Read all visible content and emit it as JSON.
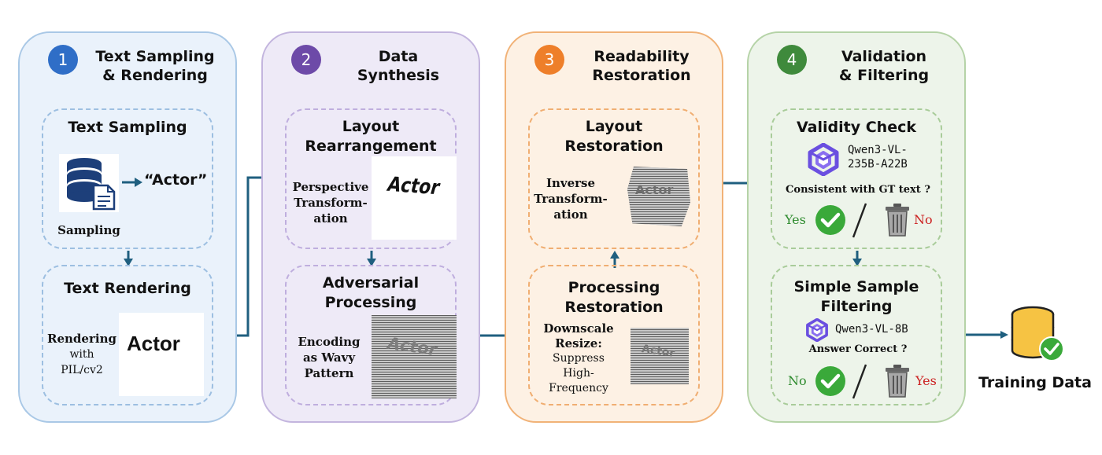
{
  "stages": [
    {
      "number": "1",
      "title_line1": "Text Sampling",
      "title_line2": "& Rendering",
      "color": "#2f6ec7",
      "sub1": {
        "title": "Text Sampling",
        "token": "“Actor”",
        "caption": "Sampling"
      },
      "sub2": {
        "title": "Text Rendering",
        "label_line1": "Rendering",
        "label_line2": "with",
        "label_line3": "PIL/cv2",
        "sample": "Actor"
      }
    },
    {
      "number": "2",
      "title_line1": "Data",
      "title_line2": "Synthesis",
      "color": "#6d4aa8",
      "sub1": {
        "title_line1": "Layout",
        "title_line2": "Rearrangement",
        "label_line1": "Perspective",
        "label_line2": "Transform-",
        "label_line3": "ation",
        "sample": "Actor"
      },
      "sub2": {
        "title_line1": "Adversarial",
        "title_line2": "Processing",
        "label_line1": "Encoding",
        "label_line2": "as Wavy",
        "label_line3": "Pattern",
        "sample": "Actor"
      }
    },
    {
      "number": "3",
      "title_line1": "Readability",
      "title_line2": "Restoration",
      "color": "#ee7f2a",
      "sub1": {
        "title_line1": "Layout",
        "title_line2": "Restoration",
        "label_line1": "Inverse",
        "label_line2": "Transform-",
        "label_line3": "ation",
        "sample": "Actor"
      },
      "sub2": {
        "title_line1": "Processing",
        "title_line2": "Restoration",
        "label_line1": "Downscale",
        "label_line2": "Resize:",
        "label_line3": "Suppress",
        "label_line4": "High-",
        "label_line5": "Frequency",
        "sample": "Actor"
      }
    },
    {
      "number": "4",
      "title_line1": "Validation",
      "title_line2": "& Filtering",
      "color": "#3f8a3c",
      "sub1": {
        "title": "Validity Check",
        "model_line1": "Qwen3-VL-",
        "model_line2": "235B-A22B",
        "question": "Consistent with GT text ?",
        "left_label": "Yes",
        "right_label": "No"
      },
      "sub2": {
        "title_line1": "Simple Sample",
        "title_line2": "Filtering",
        "model": "Qwen3-VL-8B",
        "question": "Answer Correct ?",
        "left_label": "No",
        "right_label": "Yes"
      }
    }
  ],
  "output": {
    "label": "Training Data"
  },
  "colors": {
    "arrow": "#1f5f7f",
    "yes_green": "#2e8b2e",
    "no_red": "#cc2222"
  }
}
